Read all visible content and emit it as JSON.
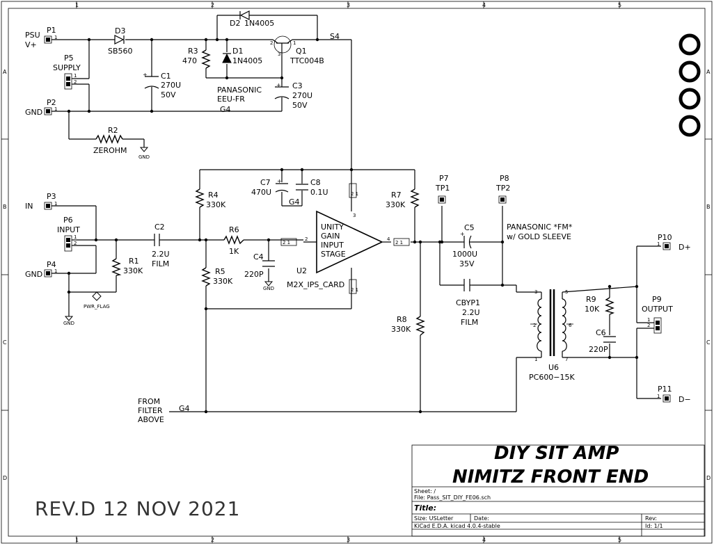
{
  "border": {
    "top_cols": [
      "1",
      "2",
      "3",
      "4",
      "5"
    ],
    "side_rows": [
      "A",
      "B",
      "C",
      "D"
    ]
  },
  "title_block": {
    "title_line1": "DIY SIT AMP",
    "title_line2": "NIMITZ  FRONT END",
    "sheet": "Sheet: /",
    "file": "File: Pass_SIT_DIY_FE06.sch",
    "title_label": "Title:",
    "size": "Size: USLetter",
    "date": "Date:",
    "rev": "Rev:",
    "tool": "KiCad E.D.A.  kicad 4.0.4-stable",
    "id": "Id: 1/1"
  },
  "revision_note": "REV.D  12 NOV 2021",
  "nets": {
    "psu": "PSU",
    "vplus": "V+",
    "gnd1": "GND",
    "gnd2": "GND",
    "in": "IN",
    "s4": "S4",
    "g4_a": "G4",
    "g4_b": "G4",
    "g4_c": "G4",
    "gnd_sym1": "GND",
    "gnd_sym2": "GND",
    "gnd_sym3": "GND",
    "pwr_flag": "PWR_FLAG",
    "from1": "FROM",
    "from2": "FILTER",
    "from3": "ABOVE",
    "dplus": "D+",
    "dminus": "D−"
  },
  "components": {
    "p1": "P1",
    "p2": "P2",
    "p3": "P3",
    "p4": "P4",
    "p5": "P5",
    "p5_val": "SUPPLY",
    "p6": "P6",
    "p6_val": "INPUT",
    "p7": "P7",
    "p7_val": "TP1",
    "p8": "P8",
    "p8_val": "TP2",
    "p9": "P9",
    "p9_val": "OUTPUT",
    "p10": "P10",
    "p11": "P11",
    "d3": "D3",
    "d3_val": "SB560",
    "d2": "D2",
    "d2_val": "1N4005",
    "d1": "D1",
    "d1_val": "1N4005",
    "r3": "R3",
    "r3_val": "470",
    "q1": "Q1",
    "q1_val": "TTC004B",
    "c1": "C1",
    "c1_val1": "270U",
    "c1_val2": "50V",
    "c3": "C3",
    "c3_val1": "270U",
    "c3_val2": "50V",
    "c3_note1": "PANASONIC",
    "c3_note2": "EEU-FR",
    "r2": "R2",
    "r2_val": "ZEROHM",
    "c7": "C7",
    "c7_val": "470U",
    "c8": "C8",
    "c8_val": "0.1U",
    "r4": "R4",
    "r4_val": "330K",
    "r7": "R7",
    "r7_val": "330K",
    "c2": "C2",
    "c2_val1": "2.2U",
    "c2_val2": "FILM",
    "r1": "R1",
    "r1_val": "330K",
    "r6": "R6",
    "r6_val": "1K",
    "c4": "C4",
    "c4_val": "220P",
    "r5": "R5",
    "r5_val": "330K",
    "u2": "U2",
    "u2_val": "M2X_IPS_CARD",
    "u2_text": [
      "UNITY",
      "GAIN",
      "INPUT",
      "STAGE"
    ],
    "c5": "C5",
    "c5_val1": "1000U",
    "c5_val2": "35V",
    "c5_note1": "PANASONIC *FM*",
    "c5_note2": "w/ GOLD SLEEVE",
    "cbyp1": "CBYP1",
    "cbyp1_val1": "2.2U",
    "cbyp1_val2": "FILM",
    "r8": "R8",
    "r8_val": "330K",
    "u6": "U6",
    "u6_val": "PC600−15K",
    "r9": "R9",
    "r9_val": "10K",
    "c6": "C6",
    "c6_val": "220P"
  },
  "pins": {
    "p1": "1",
    "p2": "1",
    "p3": "1",
    "p4": "1",
    "p10": "1",
    "p11": "1",
    "p5_1": "1",
    "p5_2": "2",
    "p6_1": "1",
    "p6_2": "2",
    "p9_1": "1",
    "p9_2": "2",
    "q1_s": "2",
    "q1_d": "1",
    "q1_g": "3",
    "u2_in": "2",
    "u2_out": "4",
    "u2_top": "3",
    "u6_1": "1",
    "u6_3": "3",
    "u6_5": "5",
    "u6_7": "7",
    "u6_2": "2",
    "u6_6": "6",
    "j_21": "2 1"
  }
}
